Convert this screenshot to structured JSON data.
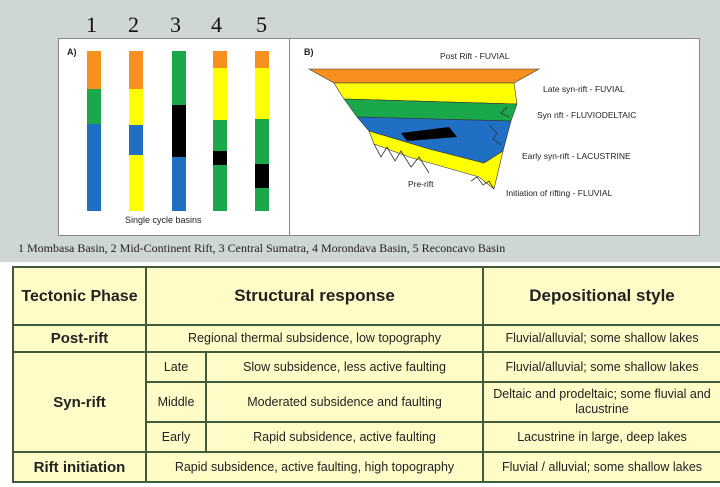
{
  "figure": {
    "column_numbers": [
      "1",
      "2",
      "3",
      "4",
      "5"
    ],
    "panel_a_label": "A)",
    "panel_b_label": "B)",
    "panel_a_caption": "Single cycle basins",
    "panel_b_labels": {
      "post_rift": "Post Rift   - FUVIAL",
      "late_syn_rift": "Late syn-rift   - FUVIAL",
      "syn_rift": "Syn rift   - FLUVIODELTAIC",
      "early_syn_rift": "Early syn-rift   - LACUSTRINE",
      "pre_rift": "Pre-rift",
      "initiation": "Initiation of rifting   - FLUVIAL"
    },
    "colors": {
      "orange": "#f7901e",
      "green": "#1aa84a",
      "blue": "#1f6fc5",
      "yellow": "#ffff00",
      "black": "#000000"
    }
  },
  "caption": "1 Mombasa Basin, 2 Mid-Continent Rift, 3 Central Sumatra, 4 Morondava Basin, 5 Reconcavo Basin",
  "table": {
    "headers": {
      "phase": "Tectonic Phase",
      "structural": "Structural response",
      "depositional": "Depositional style"
    },
    "rows": [
      {
        "phase": "Post-rift",
        "stage": "",
        "structural": "Regional thermal subsidence, low topography",
        "depositional": "Fluvial/alluvial; some shallow lakes"
      },
      {
        "phase": "Syn-rift",
        "stage": "Late",
        "structural": "Slow subsidence, less active faulting",
        "depositional": "Fluvial/alluvial; some shallow lakes"
      },
      {
        "phase": "",
        "stage": "Middle",
        "structural": "Moderated subsidence and faulting",
        "depositional": "Deltaic and prodeltaic; some fluvial and lacustrine"
      },
      {
        "phase": "",
        "stage": "Early",
        "structural": "Rapid subsidence, active faulting",
        "depositional": "Lacustrine in large, deep lakes"
      },
      {
        "phase": "Rift initiation",
        "stage": "",
        "structural": "Rapid subsidence, active faulting, high topography",
        "depositional": "Fluvial / alluvial; some shallow lakes"
      }
    ]
  }
}
